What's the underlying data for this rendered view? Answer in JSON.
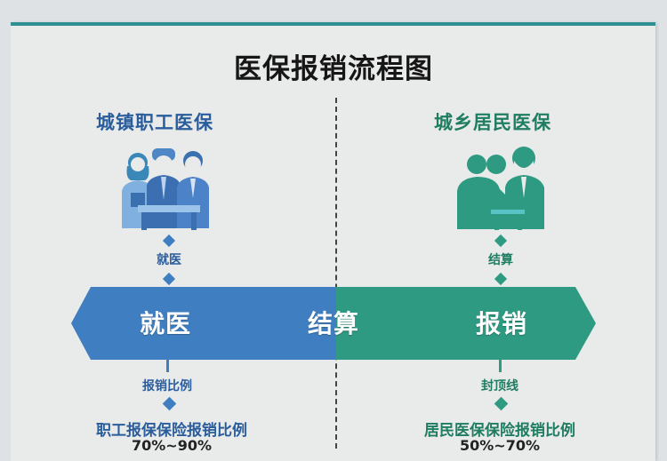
{
  "title": "医保报销流程图",
  "colors": {
    "accent_top": "#2f8f93",
    "blue": "#3f7fc1",
    "green": "#2e9a82",
    "blue_text": "#2a5d9c",
    "green_text": "#1f7d62"
  },
  "left": {
    "heading": "城镇职工医保",
    "icon": "office-workers-group-icon",
    "step_label": "就医",
    "below_label": "报销比例",
    "detail": "职工报保保险报销比例",
    "percent": "70%~90%"
  },
  "right": {
    "heading": "城乡居民医保",
    "icon": "residents-group-icon",
    "step_label": "结算",
    "below_label": "封顶线",
    "detail": "居民医保保险报销比例",
    "percent": "50%~70%"
  },
  "banner": {
    "steps": [
      "就医",
      "结算",
      "报销"
    ]
  }
}
